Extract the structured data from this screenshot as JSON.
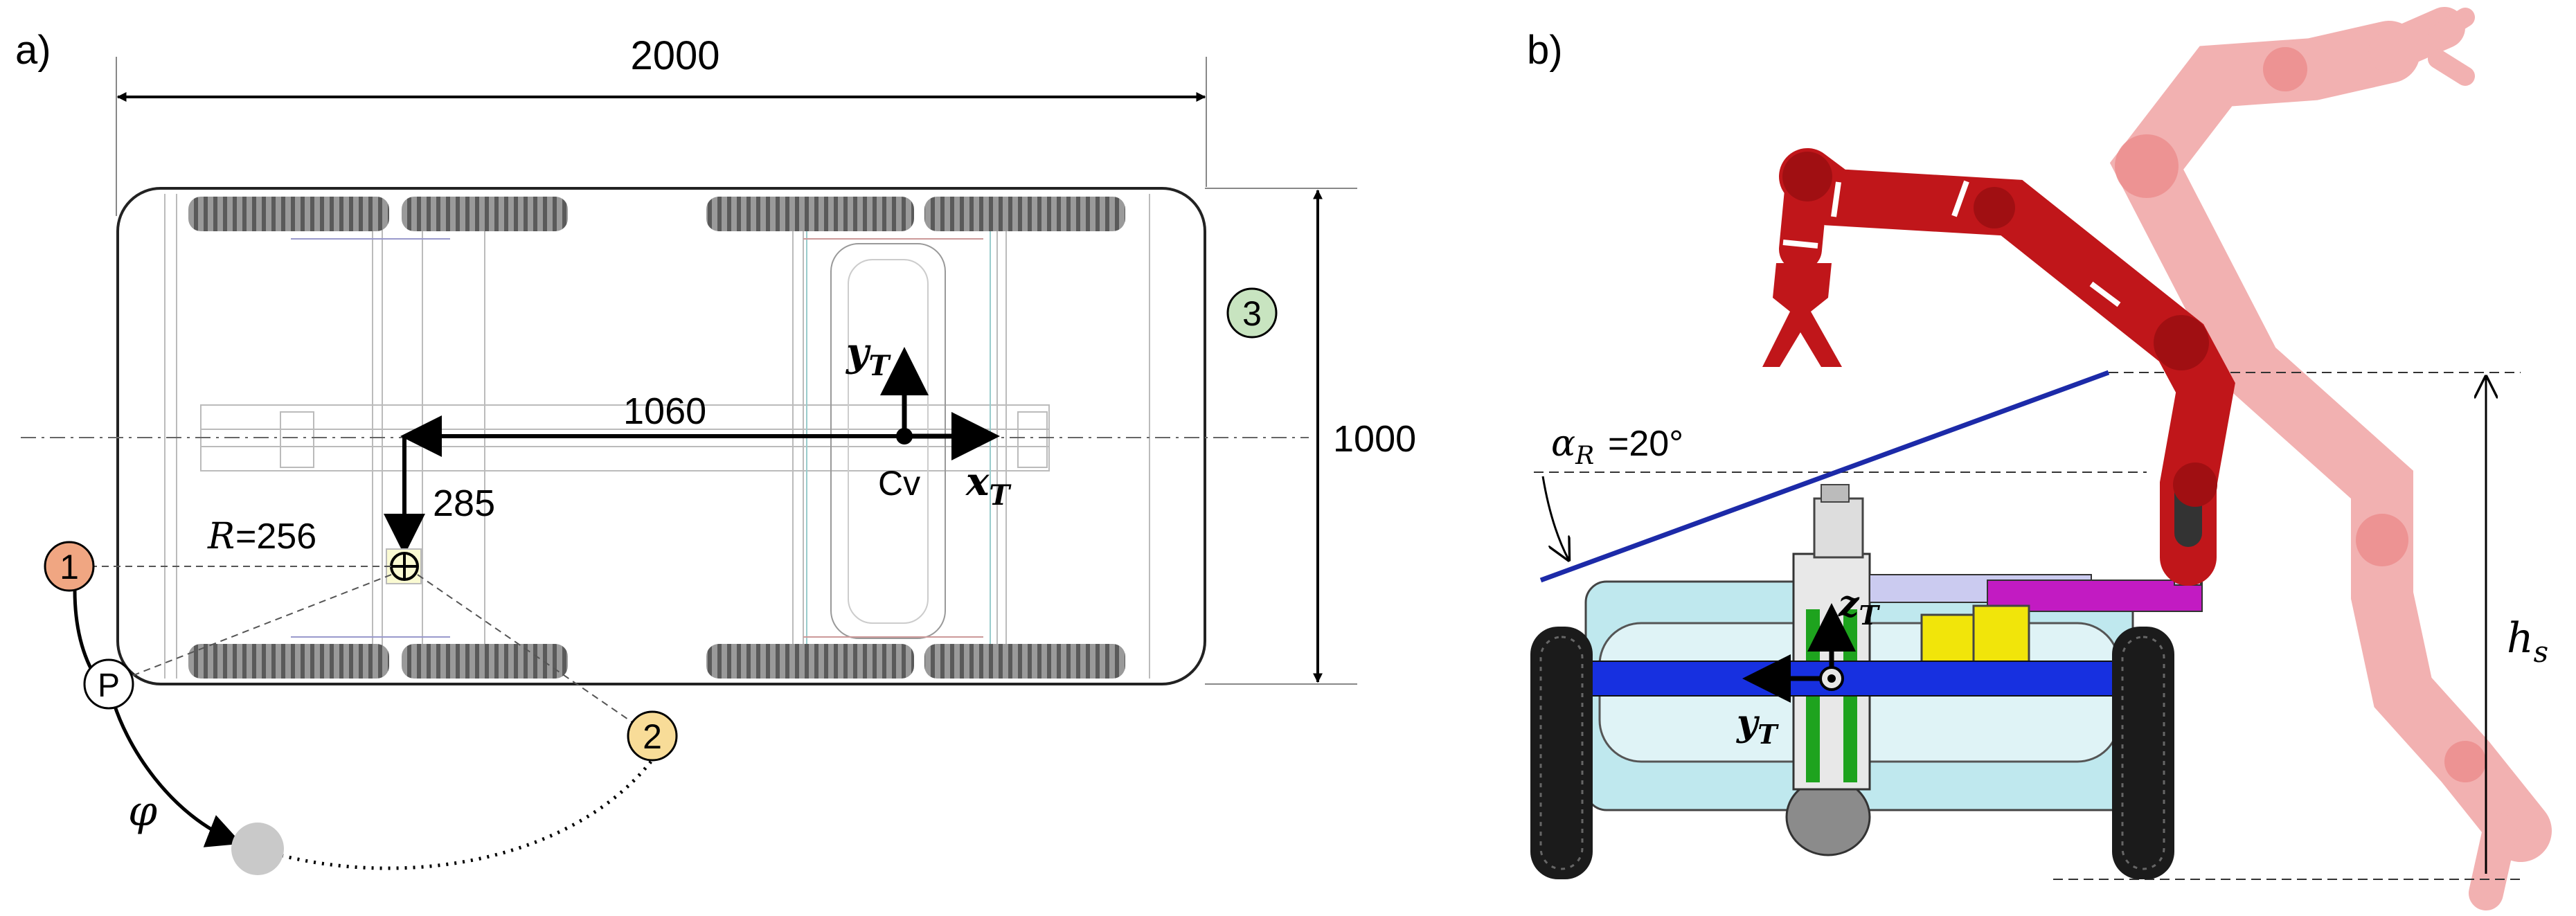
{
  "panel_a": {
    "label": "a)",
    "dim_length": "2000",
    "dim_width": "1000",
    "dim_offset_x": "1060",
    "dim_offset_y": "285",
    "radius_label": "R=256",
    "frame_origin": "Cv",
    "axis_x": "xT",
    "axis_y": "yT",
    "phi": "φ",
    "markers": [
      {
        "text": "1",
        "color": "#f0a682"
      },
      {
        "text": "2",
        "color": "#f8dc98"
      },
      {
        "text": "3",
        "color": "#c8e4c0"
      },
      {
        "text": "P",
        "color": "#ffffff"
      }
    ]
  },
  "panel_b": {
    "label": "b)",
    "angle_label": "αR=20°",
    "height_label": "hs",
    "axis_z": "zT",
    "axis_y": "yT"
  },
  "colors": {
    "arm_red": "#c0161a",
    "ghost_red": "#f1a9a9",
    "platform_blue": "#1730e0",
    "tank_cyan": "#bfe8ee",
    "magenta": "#c21bc2",
    "yellow": "#f1e50a",
    "line_blue": "#1c2aa8"
  }
}
